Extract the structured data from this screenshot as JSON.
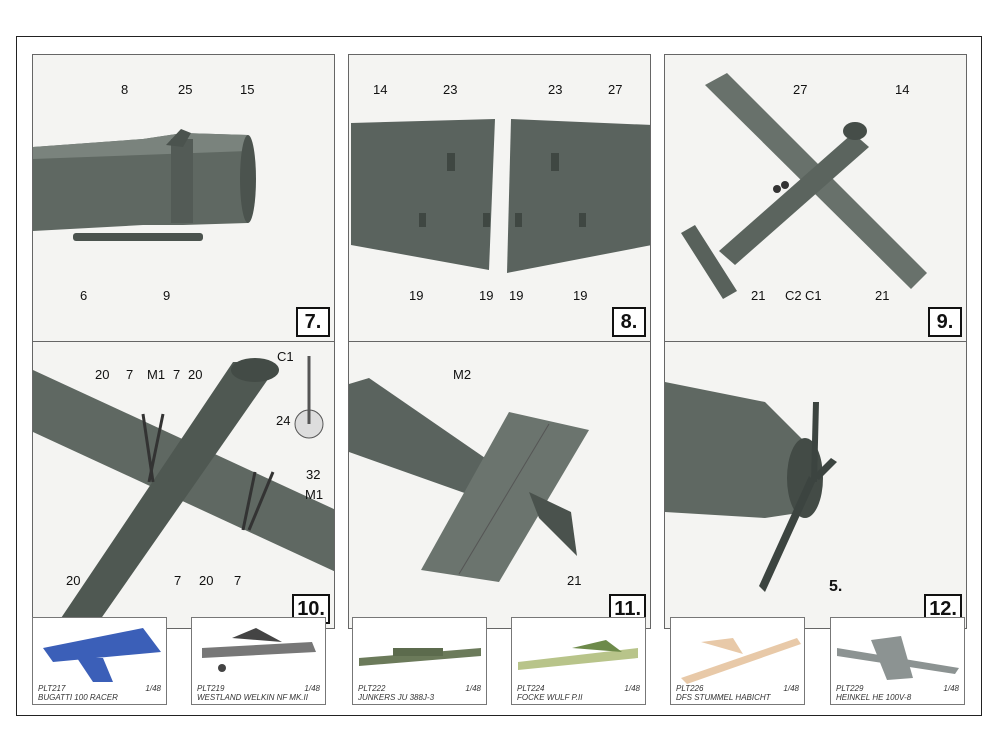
{
  "steps": [
    {
      "number": "7.",
      "labels": {
        "a": "8",
        "b": "25",
        "c": "15",
        "d": "6",
        "e": "9"
      }
    },
    {
      "number": "8.",
      "labels": {
        "a": "14",
        "b": "23",
        "c": "23",
        "d": "27",
        "e": "19",
        "f": "19",
        "g": "19",
        "h": "19"
      }
    },
    {
      "number": "9.",
      "labels": {
        "a": "27",
        "b": "14",
        "c": "21",
        "d": "C2",
        "e": "C1",
        "f": "21"
      }
    },
    {
      "number": "10.",
      "labels": {
        "a": "C1",
        "b": "20",
        "c": "7",
        "d": "M1",
        "e": "7",
        "f": "20",
        "g": "24",
        "h": "32",
        "i": "M1",
        "j": "20",
        "k": "7",
        "l": "20",
        "m": "7"
      }
    },
    {
      "number": "11.",
      "labels": {
        "a": "M2",
        "b": "21"
      }
    },
    {
      "number": "12.",
      "labels": {
        "a": "5."
      }
    }
  ],
  "catalog": [
    {
      "code": "PLT217",
      "name": "BUGATTI 100 RACER",
      "scale": "1/48"
    },
    {
      "code": "PLT219",
      "name": "WESTLAND WELKIN NF MK.II",
      "scale": "1/48"
    },
    {
      "code": "PLT222",
      "name": "JUNKERS JU 388J-3",
      "scale": "1/48"
    },
    {
      "code": "PLT224",
      "name": "FOCKE WULF P.II",
      "scale": "1/48"
    },
    {
      "code": "PLT226",
      "name": "DFS STUMMEL HABICHT",
      "scale": "1/48"
    },
    {
      "code": "PLT229",
      "name": "HEINKEL HE 100V-8",
      "scale": "1/48"
    }
  ],
  "colors": {
    "model_grey": "#5f6862",
    "model_dark": "#434b46",
    "background": "#f4f4f2",
    "thumb_blue": "#3b5fb8",
    "thumb_cream": "#e8c9a8"
  }
}
